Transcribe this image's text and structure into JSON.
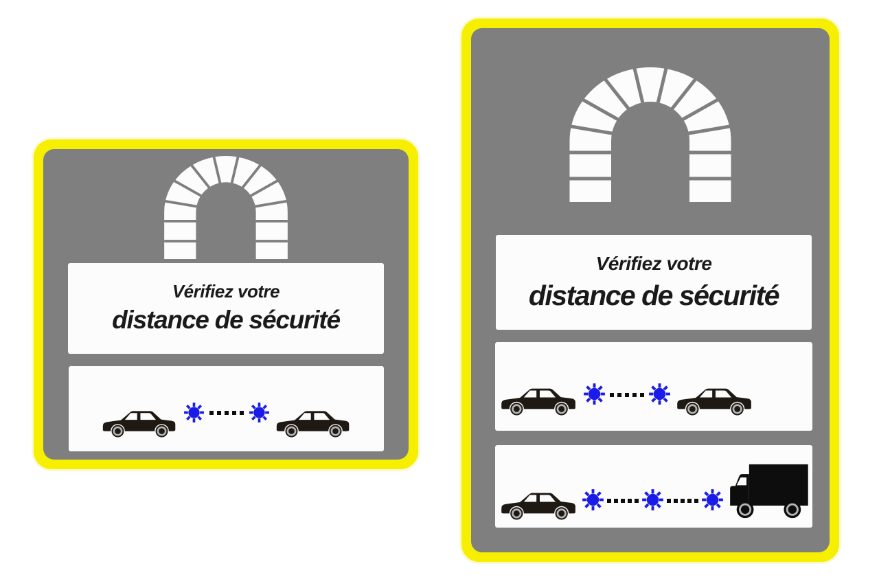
{
  "colors": {
    "page-bg": "#ffffff",
    "yellow": "#f6ef00",
    "halo": "#fbf9d2",
    "gray": "#7f7f7f",
    "white": "#fcfcfc",
    "blue": "#1b1be8",
    "dark": "#1f1914",
    "black": "#0d0d0d",
    "wheel-ring": "#b5b5b5",
    "text": "#1a1a1a"
  },
  "signs": {
    "small": {
      "line1": "Vérifiez votre",
      "line2": "distance de sécurité",
      "icons": [
        "tunnel-arch-icon",
        "car-icon",
        "safety-beacon-icon"
      ],
      "pictogram_rows": [
        {
          "left_vehicle": "car",
          "right_vehicle": "car",
          "beacons": 2,
          "dots_per_gap": 5
        }
      ]
    },
    "large": {
      "line1": "Vérifiez votre",
      "line2": "distance de sécurité",
      "icons": [
        "tunnel-arch-icon",
        "car-icon",
        "truck-icon",
        "safety-beacon-icon"
      ],
      "pictogram_rows": [
        {
          "left_vehicle": "car",
          "right_vehicle": "car",
          "beacons": 2,
          "dots_per_gap": 5
        },
        {
          "left_vehicle": "car",
          "right_vehicle": "truck",
          "beacons": 3,
          "dots_per_gap": 5
        }
      ]
    }
  }
}
